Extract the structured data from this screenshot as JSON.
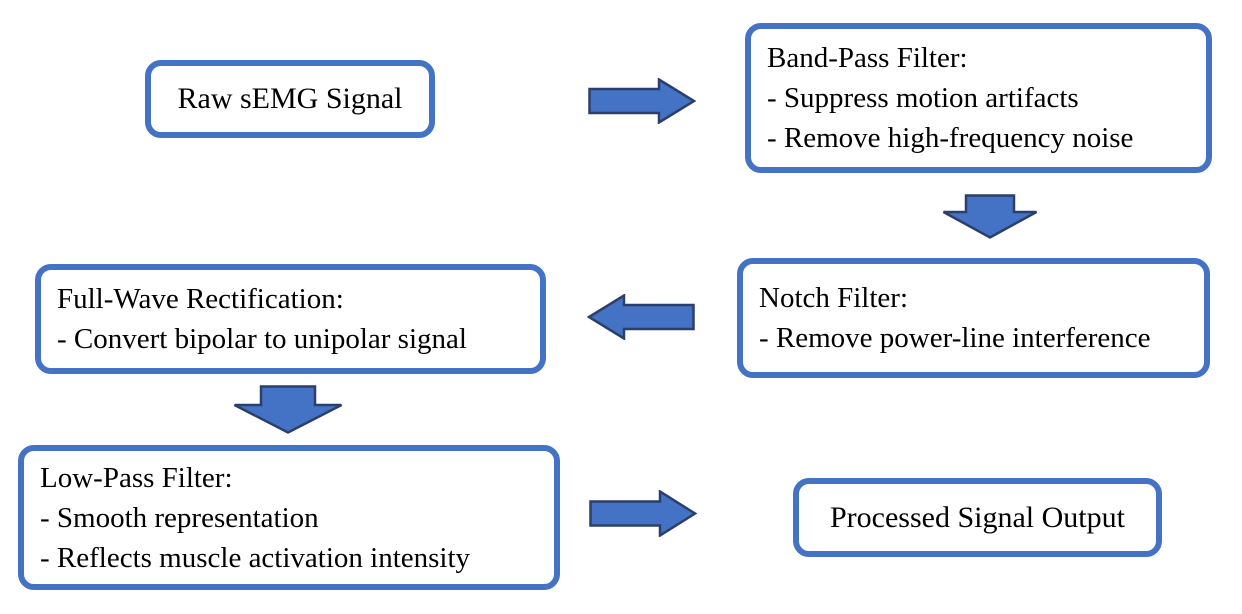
{
  "diagram": {
    "type": "flowchart",
    "colors": {
      "box_border": "#4472C4",
      "arrow_fill": "#4472C4",
      "arrow_stroke": "#2B3F6B",
      "text": "#000000",
      "background": "#FFFFFF"
    },
    "nodes": [
      {
        "id": "raw-semg-signal",
        "title": "Raw sEMG Signal",
        "lines": []
      },
      {
        "id": "band-pass-filter",
        "title": "Band-Pass Filter:",
        "lines": [
          "- Suppress motion artifacts",
          "- Remove high-frequency noise"
        ]
      },
      {
        "id": "notch-filter",
        "title": "Notch Filter:",
        "lines": [
          "- Remove power-line interference"
        ]
      },
      {
        "id": "full-wave-rectification",
        "title": "Full-Wave Rectification:",
        "lines": [
          "- Convert bipolar to unipolar signal"
        ]
      },
      {
        "id": "low-pass-filter",
        "title": "Low-Pass Filter:",
        "lines": [
          "- Smooth representation",
          "- Reflects muscle activation intensity"
        ]
      },
      {
        "id": "processed-signal-output",
        "title": "Processed Signal Output",
        "lines": []
      }
    ],
    "arrows": [
      {
        "id": "arrow-raw-to-bandpass",
        "direction": "right",
        "from": "raw-semg-signal",
        "to": "band-pass-filter"
      },
      {
        "id": "arrow-bandpass-to-notch",
        "direction": "down",
        "from": "band-pass-filter",
        "to": "notch-filter"
      },
      {
        "id": "arrow-notch-to-fullwave",
        "direction": "left",
        "from": "notch-filter",
        "to": "full-wave-rectification"
      },
      {
        "id": "arrow-fullwave-to-lowpass",
        "direction": "down",
        "from": "full-wave-rectification",
        "to": "low-pass-filter"
      },
      {
        "id": "arrow-lowpass-to-output",
        "direction": "right",
        "from": "low-pass-filter",
        "to": "processed-signal-output"
      }
    ]
  }
}
